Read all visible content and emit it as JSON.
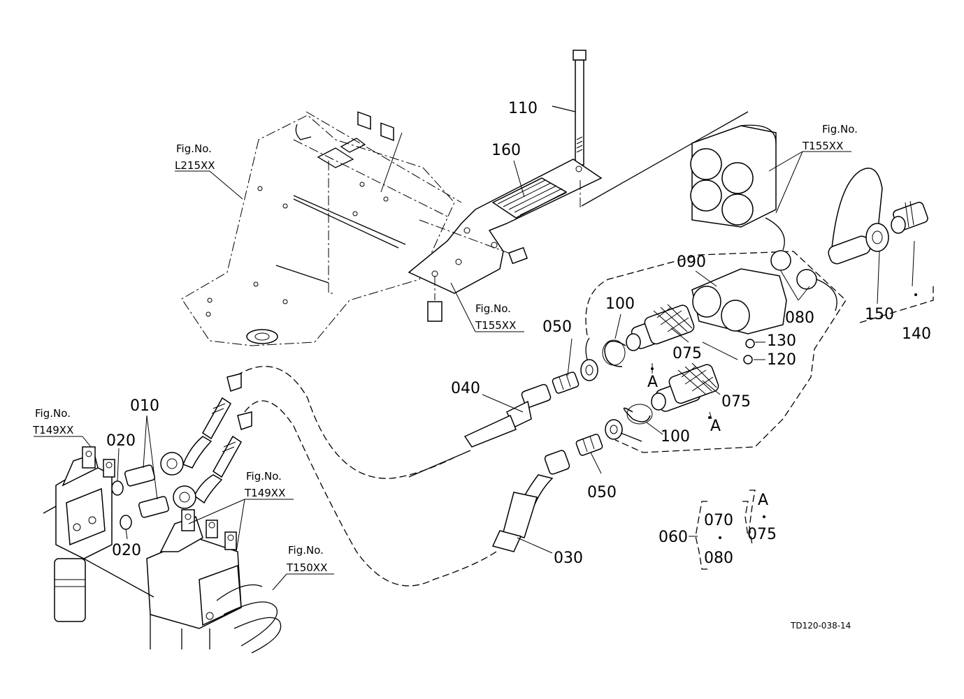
{
  "figure_refs": {
    "l215": {
      "title": "Fig.No.",
      "code": "L215XX"
    },
    "t155_upper": {
      "title": "Fig.No.",
      "code": "T155XX"
    },
    "t155_lower": {
      "title": "Fig.No.",
      "code": "T155XX"
    },
    "t149_left": {
      "title": "Fig.No.",
      "code": "T149XX"
    },
    "t149_right": {
      "title": "Fig.No.",
      "code": "T149XX"
    },
    "t150": {
      "title": "Fig.No.",
      "code": "T150XX"
    }
  },
  "parts": {
    "p010": "010",
    "p020_upper": "020",
    "p020_lower": "020",
    "p030": "030",
    "p040": "040",
    "p050_upper": "050",
    "p050_lower": "050",
    "p075_upper": "075",
    "p075_lower": "075",
    "p080": "080",
    "p090": "090",
    "p100_upper": "100",
    "p100_lower": "100",
    "p110": "110",
    "p120": "120",
    "p130": "130",
    "p140": "140",
    "p150": "150",
    "p160": "160"
  },
  "markers": {
    "a_upper": "A",
    "a_lower": "A"
  },
  "legend": {
    "p060": "060",
    "p070": "070",
    "p080": "080",
    "a": "A",
    "p075": "075"
  },
  "drawing_code": "TD120-038-14"
}
